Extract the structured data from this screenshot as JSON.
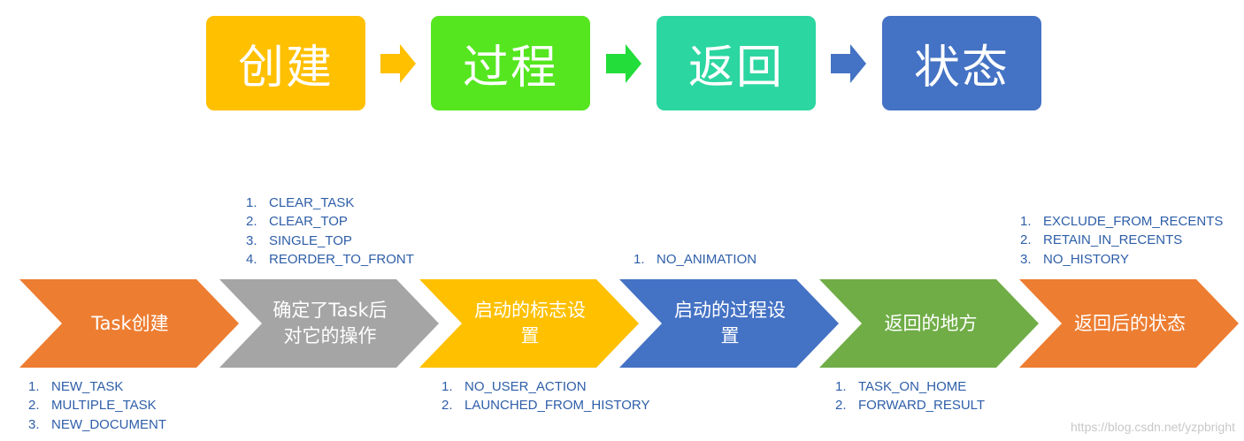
{
  "stages": [
    {
      "label": "创建",
      "color": "#FFC000"
    },
    {
      "label": "过程",
      "color": "#55E620"
    },
    {
      "label": "返回",
      "color": "#2CD6A0"
    },
    {
      "label": "状态",
      "color": "#4472C4"
    }
  ],
  "stage_arrows": [
    {
      "color": "#FFC000"
    },
    {
      "color": "#22DD3A"
    },
    {
      "color": "#4472C4"
    }
  ],
  "steps": [
    {
      "label": "Task创建",
      "color": "#ED7D31"
    },
    {
      "label": "确定了Task后对它的操作",
      "color": "#A5A5A5"
    },
    {
      "label": "启动的标志设置",
      "color": "#FFC000"
    },
    {
      "label": "启动的过程设置",
      "color": "#4472C4"
    },
    {
      "label": "返回的地方",
      "color": "#70AD47"
    },
    {
      "label": "返回后的状态",
      "color": "#ED7D31"
    }
  ],
  "flag_lists": {
    "task_create": [
      "NEW_TASK",
      "MULTIPLE_TASK",
      "NEW_DOCUMENT"
    ],
    "task_operation": [
      "CLEAR_TASK",
      "CLEAR_TOP",
      "SINGLE_TOP",
      "REORDER_TO_FRONT"
    ],
    "launch_flags": [
      "NO_USER_ACTION",
      "LAUNCHED_FROM_HISTORY"
    ],
    "launch_process": [
      "NO_ANIMATION"
    ],
    "return_target": [
      "TASK_ON_HOME",
      "FORWARD_RESULT"
    ],
    "return_state": [
      "EXCLUDE_FROM_RECENTS",
      "RETAIN_IN_RECENTS",
      "NO_HISTORY"
    ]
  },
  "watermark": "https://blog.csdn.net/yzpbright"
}
